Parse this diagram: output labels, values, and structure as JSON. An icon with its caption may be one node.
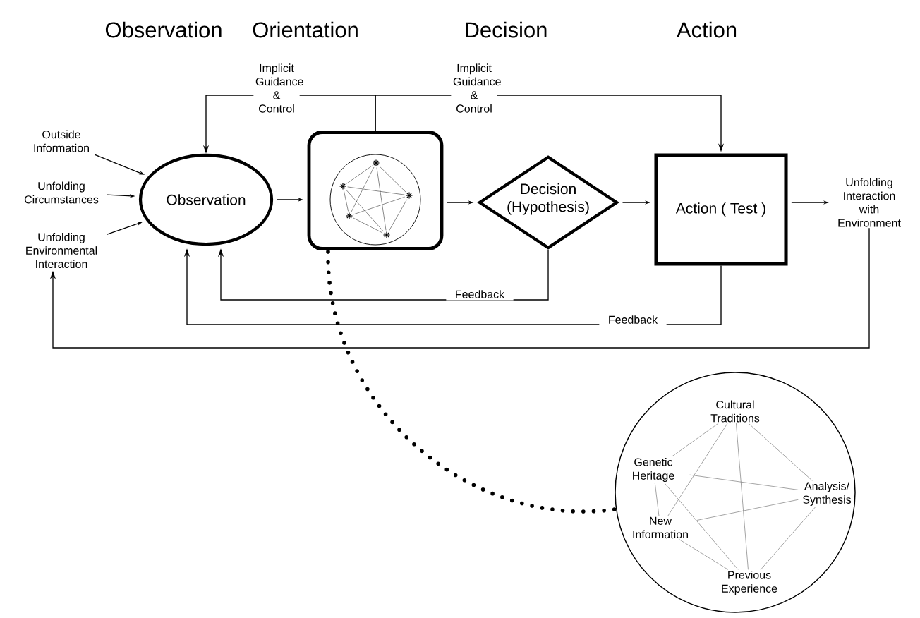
{
  "diagram": {
    "nodes": [
      {
        "text": [
          "Outside Information"
        ]
      },
      {
        "text": [
          "Unfolding Circumstances"
        ]
      },
      {
        "text": [
          "Unfolding Environmental Interaction"
        ]
      },
      {
        "text": [
          "Observation"
        ]
      },
      {
        "text": [],
        "shape": "box"
      },
      {
        "text": [],
        "shape": "circle",
        "in": 4
      },
      {
        "text": [
          "Decision (Hypothesis)"
        ]
      },
      {
        "text": [
          "Action ( Test )"
        ]
      },
      {
        "text": [
          "Unfolding Interaction with Environment"
        ]
      },
      {
        "text": [],
        "shape": "circle"
      },
      {
        "text": [
          "Cultural Traditions"
        ],
        "in": 9
      },
      {
        "text": [
          "Genetic Heritage"
        ],
        "in": 9
      },
      {
        "text": [
          "Analysis/ Synthesis"
        ],
        "in": 9
      },
      {
        "text": [
          "New Information"
        ],
        "in": 9
      },
      {
        "text": [
          "Previous Experience"
        ],
        "in": 9
      }
    ],
    "edges": [
      {
        "from": 0,
        "to": 3,
        "arrow": "to"
      },
      {
        "from": 1,
        "to": 3,
        "arrow": "to"
      },
      {
        "from": 2,
        "to": 3,
        "arrow": "to"
      },
      {
        "from": 3,
        "to": 4,
        "arrow": "to"
      },
      {
        "from": 4,
        "to": 6,
        "arrow": "to"
      },
      {
        "from": 6,
        "to": 7,
        "arrow": "to"
      },
      {
        "from": 7,
        "to": 8,
        "arrow": "to"
      },
      {
        "from": 4,
        "to": 3,
        "arrow": "to",
        "label": "Implicit Guidance & Control"
      },
      {
        "from": 4,
        "to": 7,
        "arrow": "to",
        "label": "Implicit Guidance & Control"
      },
      {
        "from": 6,
        "to": 3,
        "arrow": "to",
        "label": "Feedback"
      },
      {
        "from": 7,
        "to": 3,
        "arrow": "to",
        "label": "Feedback"
      },
      {
        "from": 8,
        "to": 2,
        "arrow": "to"
      },
      {
        "from": 4,
        "to": 9,
        "arrow": "none",
        "style": "dashed"
      },
      {
        "from": 10,
        "to": 11,
        "arrow": "none",
        "color": "#666666"
      },
      {
        "from": 10,
        "to": 12,
        "arrow": "none",
        "color": "#666666"
      },
      {
        "from": 11,
        "to": 13,
        "arrow": "none",
        "color": "#666666"
      },
      {
        "from": 13,
        "to": 14,
        "arrow": "none",
        "color": "#666666"
      },
      {
        "from": 12,
        "to": 14,
        "arrow": "none",
        "color": "#666666"
      },
      {
        "from": 10,
        "to": 13,
        "arrow": "none",
        "color": "#666666"
      },
      {
        "from": 10,
        "to": 14,
        "arrow": "none",
        "color": "#666666"
      },
      {
        "from": 11,
        "to": 12,
        "arrow": "none",
        "color": "#666666"
      },
      {
        "from": 11,
        "to": 14,
        "arrow": "none",
        "color": "#666666"
      },
      {
        "from": 13,
        "to": 12,
        "arrow": "none",
        "color": "#666666"
      }
    ],
    "labels": [
      "Observation",
      "Orientation",
      "Decision",
      "Action"
    ]
  }
}
